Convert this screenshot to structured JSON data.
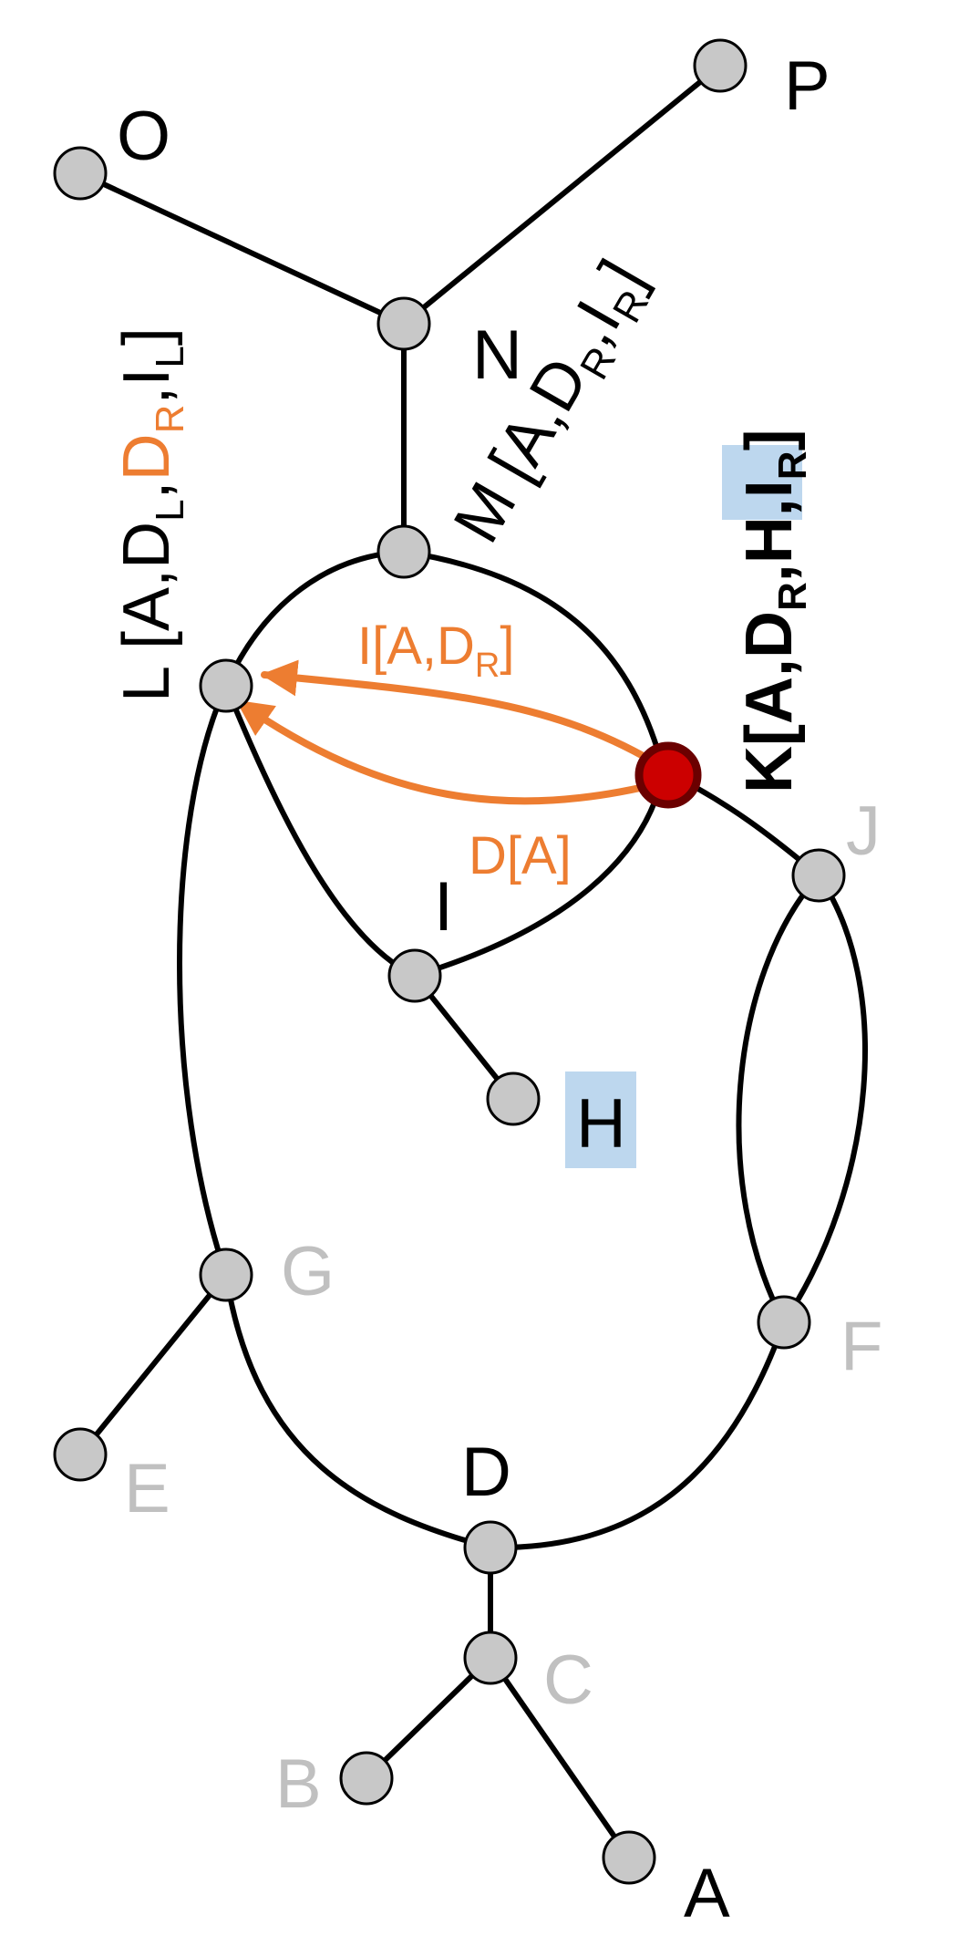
{
  "colors": {
    "node_fill": "#c8c8c8",
    "active_fill": "#cc0000",
    "active_stroke": "#6b0000",
    "edge": "#000000",
    "arrow": "#ed7d31",
    "dim_label": "#c0c0c0",
    "dark_label": "#000000",
    "highlight": "#bdd7ee"
  },
  "nodes": {
    "A": "A",
    "B": "B",
    "C": "C",
    "D": "D",
    "E": "E",
    "F": "F",
    "G": "G",
    "H": "H",
    "I": "I",
    "J": "J",
    "N": "N",
    "O": "O",
    "P": "P"
  },
  "labels": {
    "L": {
      "name": "L",
      "open": "[A,D",
      "sub1": "L",
      "sep": ",",
      "d": "D",
      "sub2": "R",
      "comma": ",I",
      "sub3": "L",
      "close": "]"
    },
    "M": {
      "name": "M",
      "open": "[A,D",
      "sub1": "R",
      "comma": ",I",
      "sub2": "R",
      "close": "]"
    },
    "K": {
      "name": "K",
      "open": "[A,D",
      "sub1": "R",
      "sep": ",",
      "h": "H",
      "comma": ",I",
      "sub2": "R",
      "close": "]"
    }
  },
  "arrows": {
    "top": {
      "text": "I[A,D",
      "sub": "R",
      "close": "]"
    },
    "bottom": {
      "text": "D[A]"
    }
  }
}
